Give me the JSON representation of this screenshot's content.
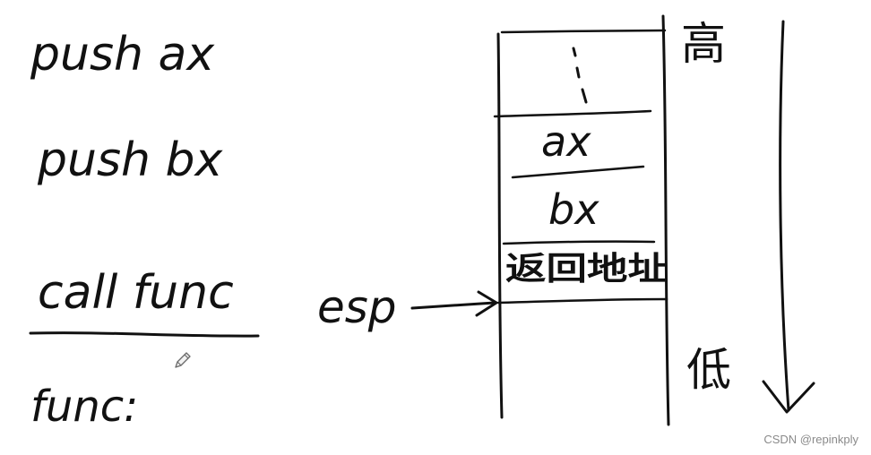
{
  "code": {
    "line1": "push  ax",
    "line2": "push  bx",
    "line3": "call func",
    "line4": "func:"
  },
  "stack": {
    "ellipsis": ":",
    "slot_ax": "ax",
    "slot_bx": "bx",
    "slot_return": "返回地址"
  },
  "pointer_label": "esp",
  "direction": {
    "high": "高",
    "low": "低"
  },
  "watermark": "CSDN @repinkply",
  "ink_color": "#111111",
  "cursor_icon": "pencil-icon"
}
